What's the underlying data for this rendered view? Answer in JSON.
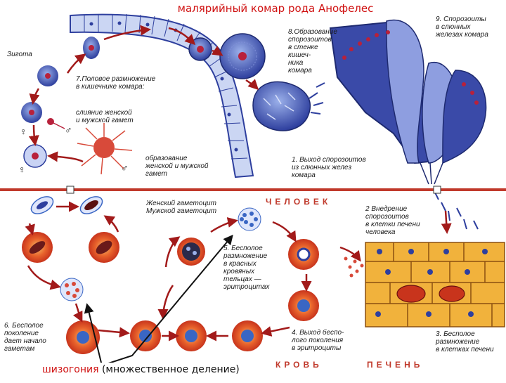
{
  "title": "малярийный комар рода Анофелес",
  "labels": {
    "zygote": "Зигота",
    "stage7": "7.Половое размножение\nв кишечнике комара:",
    "fusion": "слияние женской\nи мужской гамет",
    "gamete_formation": "образование\nженской и мужской\nгамет",
    "stage8": "8.Образование\nспорозоитов\nв стенке\nкишеч-\nника\nкомара",
    "stage9": "9. Спорозоиты\nв слюнных\nжелезах комара",
    "stage1": "1.  Выход спорозоитов\nиз слюнных желез\nкомара",
    "female_gametocyte": "Женский гаметоцит",
    "male_gametocyte": "Мужской гаметоцит",
    "human": "ЧЕЛОВЕК",
    "stage2": "2 Внедрение\nспорозоитов\nв клетки печени\nчеловека",
    "stage5": "5. Бесполое\nразмножение\nв красных\nкровяных\nтельцах —\nэритроцитах",
    "stage6": "6. Бесполое\nпоколение\nдает начало\nгаметам",
    "stage4": "4. Выход беспо-\nлого поколения\nв эритроциты",
    "stage3": "3. Бесполое\nразмножение\nв клетках печени",
    "blood": "КРОВЬ",
    "liver": "ПЕЧЕНЬ",
    "female_symbol": "♀",
    "male_symbol": "♂"
  },
  "annotation": {
    "term": "шизогония",
    "rest": " (множественное деление)"
  },
  "colors": {
    "title_red": "#d01212",
    "divider": "#c0392b",
    "erythrocyte": "#e0502a",
    "parasite_blue": "#3a66c4",
    "mosquito_tissue": "#2e3f9e",
    "arrow": "#a21a1a"
  }
}
